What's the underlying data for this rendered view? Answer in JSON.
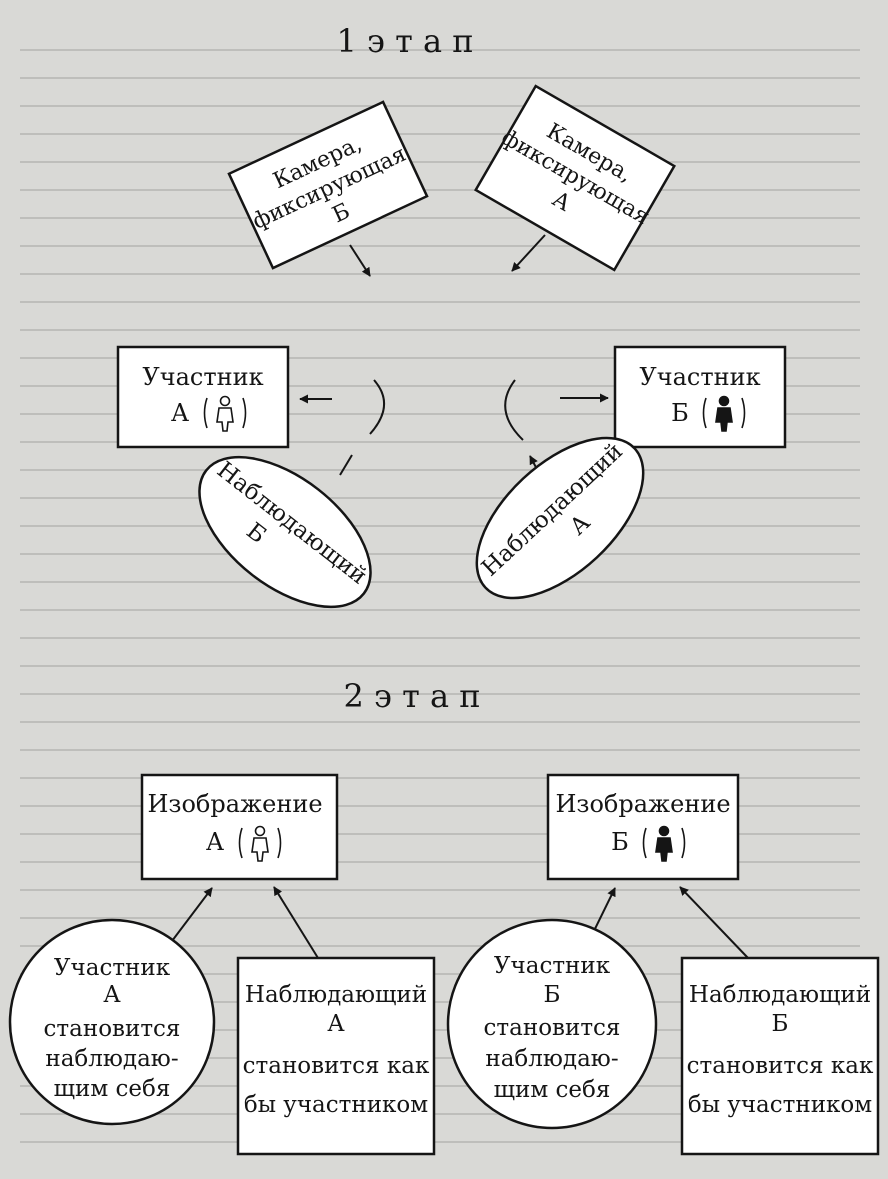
{
  "stage1": {
    "title": "1 э т а п",
    "camera_b": {
      "line1": "Камера,",
      "line2": "фиксирующая",
      "line3": "Б"
    },
    "camera_a": {
      "line1": "Камера,",
      "line2": "фиксирующая",
      "line3": "А"
    },
    "participant_a": {
      "line1": "Участник",
      "line2": "А"
    },
    "participant_b": {
      "line1": "Участник",
      "line2": "Б"
    },
    "observer_b": {
      "line1": "Наблюдающий",
      "line2": "Б"
    },
    "observer_a": {
      "line1": "Наблюдающий",
      "line2": "А"
    }
  },
  "stage2": {
    "title": "2 э т а п",
    "image_a": {
      "line1": "Изображение",
      "line2": "А"
    },
    "image_b": {
      "line1": "Изображение",
      "line2": "Б"
    },
    "participant_a": {
      "line1": "Участник",
      "line2": "А",
      "line3": "становится",
      "line4": "наблюдаю-",
      "line5": "щим себя"
    },
    "observer_a": {
      "line1": "Наблюдающий",
      "line2": "А",
      "line3": "становится как",
      "line4": "бы участником"
    },
    "participant_b": {
      "line1": "Участник",
      "line2": "Б",
      "line3": "становится",
      "line4": "наблюдаю-",
      "line5": "щим себя"
    },
    "observer_b": {
      "line1": "Наблюдающий",
      "line2": "Б",
      "line3": "становится как",
      "line4": "бы участником"
    }
  },
  "colors": {
    "paper": "#d9d9d6",
    "ink": "#151515",
    "bleed": "#9c9c99"
  }
}
